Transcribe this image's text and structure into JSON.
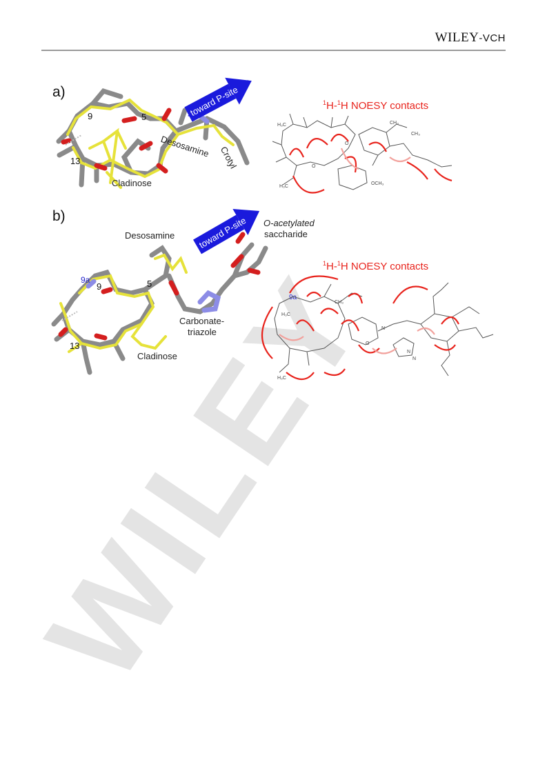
{
  "header": {
    "publisher_main": "WILEY",
    "publisher_suffix": "-VCH"
  },
  "panel_a": {
    "label": "a)",
    "arrow_text": "toward P-site",
    "labels": {
      "num_9": "9",
      "num_5": "5",
      "num_13": "13",
      "desosamine": "Desosamine",
      "crotyl": "Crotyl",
      "cladinose": "Cladinose"
    },
    "noesy_title_parts": [
      "1",
      "H-",
      "1",
      "H NOESY contacts"
    ]
  },
  "panel_b": {
    "label": "b)",
    "arrow_text": "toward P-site",
    "labels": {
      "desosamine": "Desosamine",
      "o_acetylated_1": "O-acetylated",
      "o_acetylated_2": "saccharide",
      "num_9a": "9a",
      "num_9": "9",
      "num_5": "5",
      "num_13": "13",
      "carbonate_1": "Carbonate-",
      "carbonate_2": "triazole",
      "cladinose": "Cladinose",
      "struct_9a": "9a"
    },
    "noesy_title_parts": [
      "1",
      "H-",
      "1",
      "H NOESY contacts"
    ]
  },
  "colors": {
    "arrow_blue": "#1a1adc",
    "noesy_red": "#e8231c",
    "stick_gray": "#8a8a8a",
    "stick_yellow": "#e6e23a",
    "oxygen_red": "#d41e1e",
    "nitrogen_blue": "#8c8ce6",
    "watermark": "#e3e3e3"
  },
  "watermark_text": "WILEY"
}
